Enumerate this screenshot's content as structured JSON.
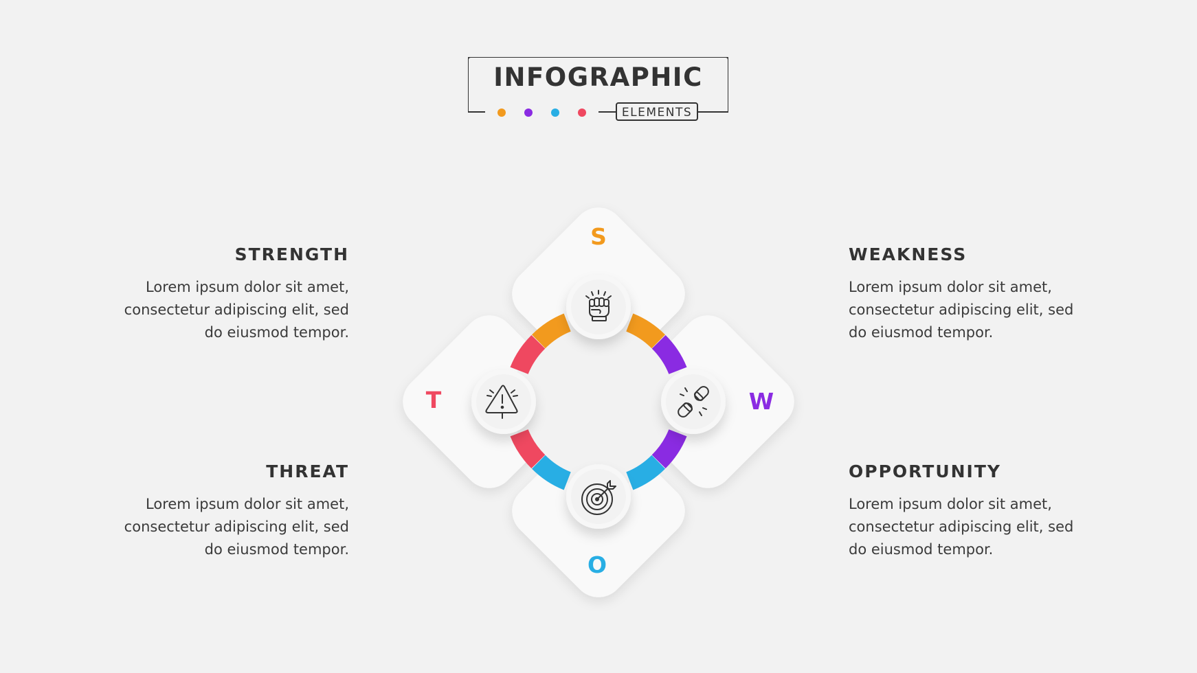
{
  "header": {
    "title": "INFOGRAPHIC",
    "subtitle": "ELEMENTS"
  },
  "colors": {
    "s": "#f29a1e",
    "w": "#8a2be2",
    "o": "#28aee4",
    "t": "#ef4860",
    "text": "#333333"
  },
  "segments": {
    "s": {
      "letter": "S",
      "icon": "fist-icon"
    },
    "w": {
      "letter": "W",
      "icon": "broken-chain-icon"
    },
    "o": {
      "letter": "O",
      "icon": "target-icon"
    },
    "t": {
      "letter": "T",
      "icon": "warning-icon"
    }
  },
  "strength": {
    "title": "STRENGTH",
    "lines": [
      "Lorem ipsum dolor sit amet,",
      "consectetur adipiscing elit, sed",
      "do eiusmod tempor."
    ]
  },
  "weakness": {
    "title": "WEAKNESS",
    "lines": [
      "Lorem ipsum dolor sit amet,",
      "consectetur adipiscing elit, sed",
      "do eiusmod tempor."
    ]
  },
  "threat": {
    "title": "THREAT",
    "lines": [
      "Lorem ipsum dolor sit amet,",
      "consectetur adipiscing elit, sed",
      "do eiusmod tempor."
    ]
  },
  "opportunity": {
    "title": "OPPORTUNITY",
    "lines": [
      "Lorem ipsum dolor sit amet,",
      "consectetur adipiscing elit, sed",
      "do eiusmod tempor."
    ]
  }
}
